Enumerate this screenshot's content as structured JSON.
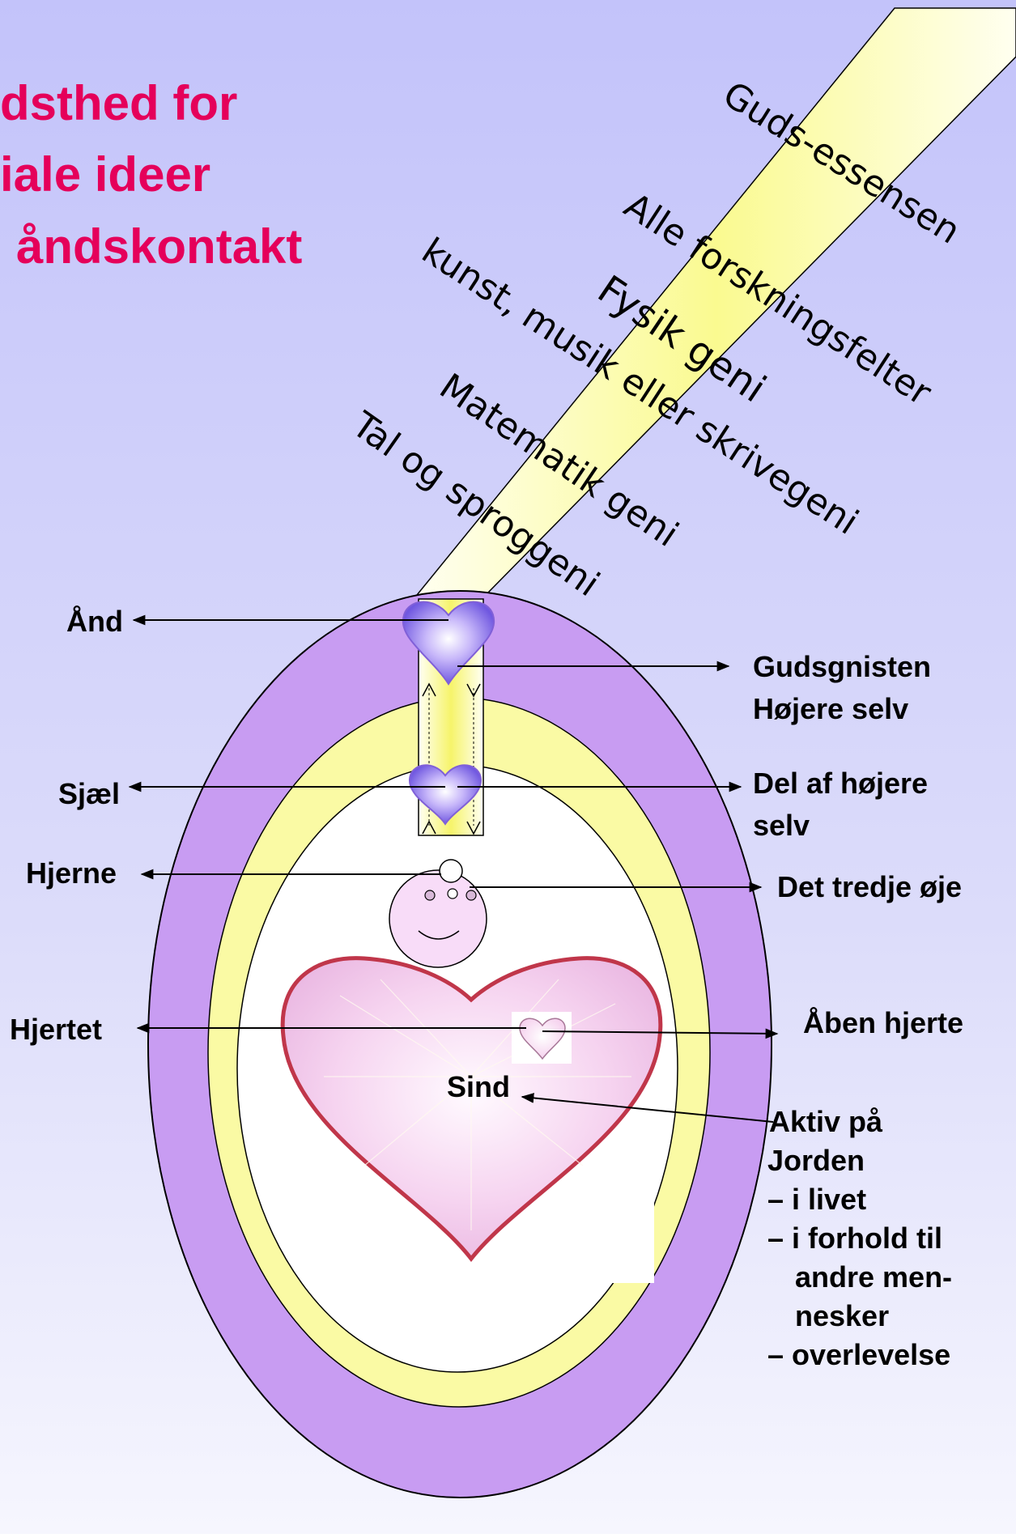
{
  "title": {
    "line1": "dsthed for",
    "line2": "iale ideer",
    "line3": "åndskontakt"
  },
  "ray_labels": {
    "guds_essensen": "Guds-essensen",
    "alle_forsknings": "Alle forskningsfelter",
    "kunst": "kunst, musik  eller skrivegeni",
    "fysik": "Fysik geni",
    "matematik": "Matematik geni",
    "tal": "Tal og sproggeni"
  },
  "left_labels": {
    "aand": "Ånd",
    "sjael": "Sjæl",
    "hjerne": "Hjerne",
    "hjertet": "Hjertet"
  },
  "right_labels": {
    "gudsgnisten": "Gudsgnisten",
    "hoejere_selv": "Højere selv",
    "del_af_1": "Del af højere",
    "del_af_2": "selv",
    "tredje_oeje": "Det tredje øje",
    "aaben_hjerte": "Åben hjerte"
  },
  "center_labels": {
    "sind": "Sind"
  },
  "aktiv": {
    "line1": "Aktiv på",
    "line2": "Jorden",
    "line3": "– i livet",
    "line4": "– i forhold til",
    "line5": "andre men-",
    "line6": "nesker",
    "line7": "– overlevelse"
  },
  "colors": {
    "background_top": "#c4c4fa",
    "background_bottom": "#f4f4fe",
    "title": "#e5005a",
    "outer_ring": "#c89cf2",
    "middle_ring": "#fafaa4",
    "ray": "#fafaa0",
    "heart_purple": "#9e86f2",
    "big_heart_fill": "#f6d8f0",
    "big_heart_border": "#c0364a",
    "head_fill": "#f8dcf8"
  }
}
